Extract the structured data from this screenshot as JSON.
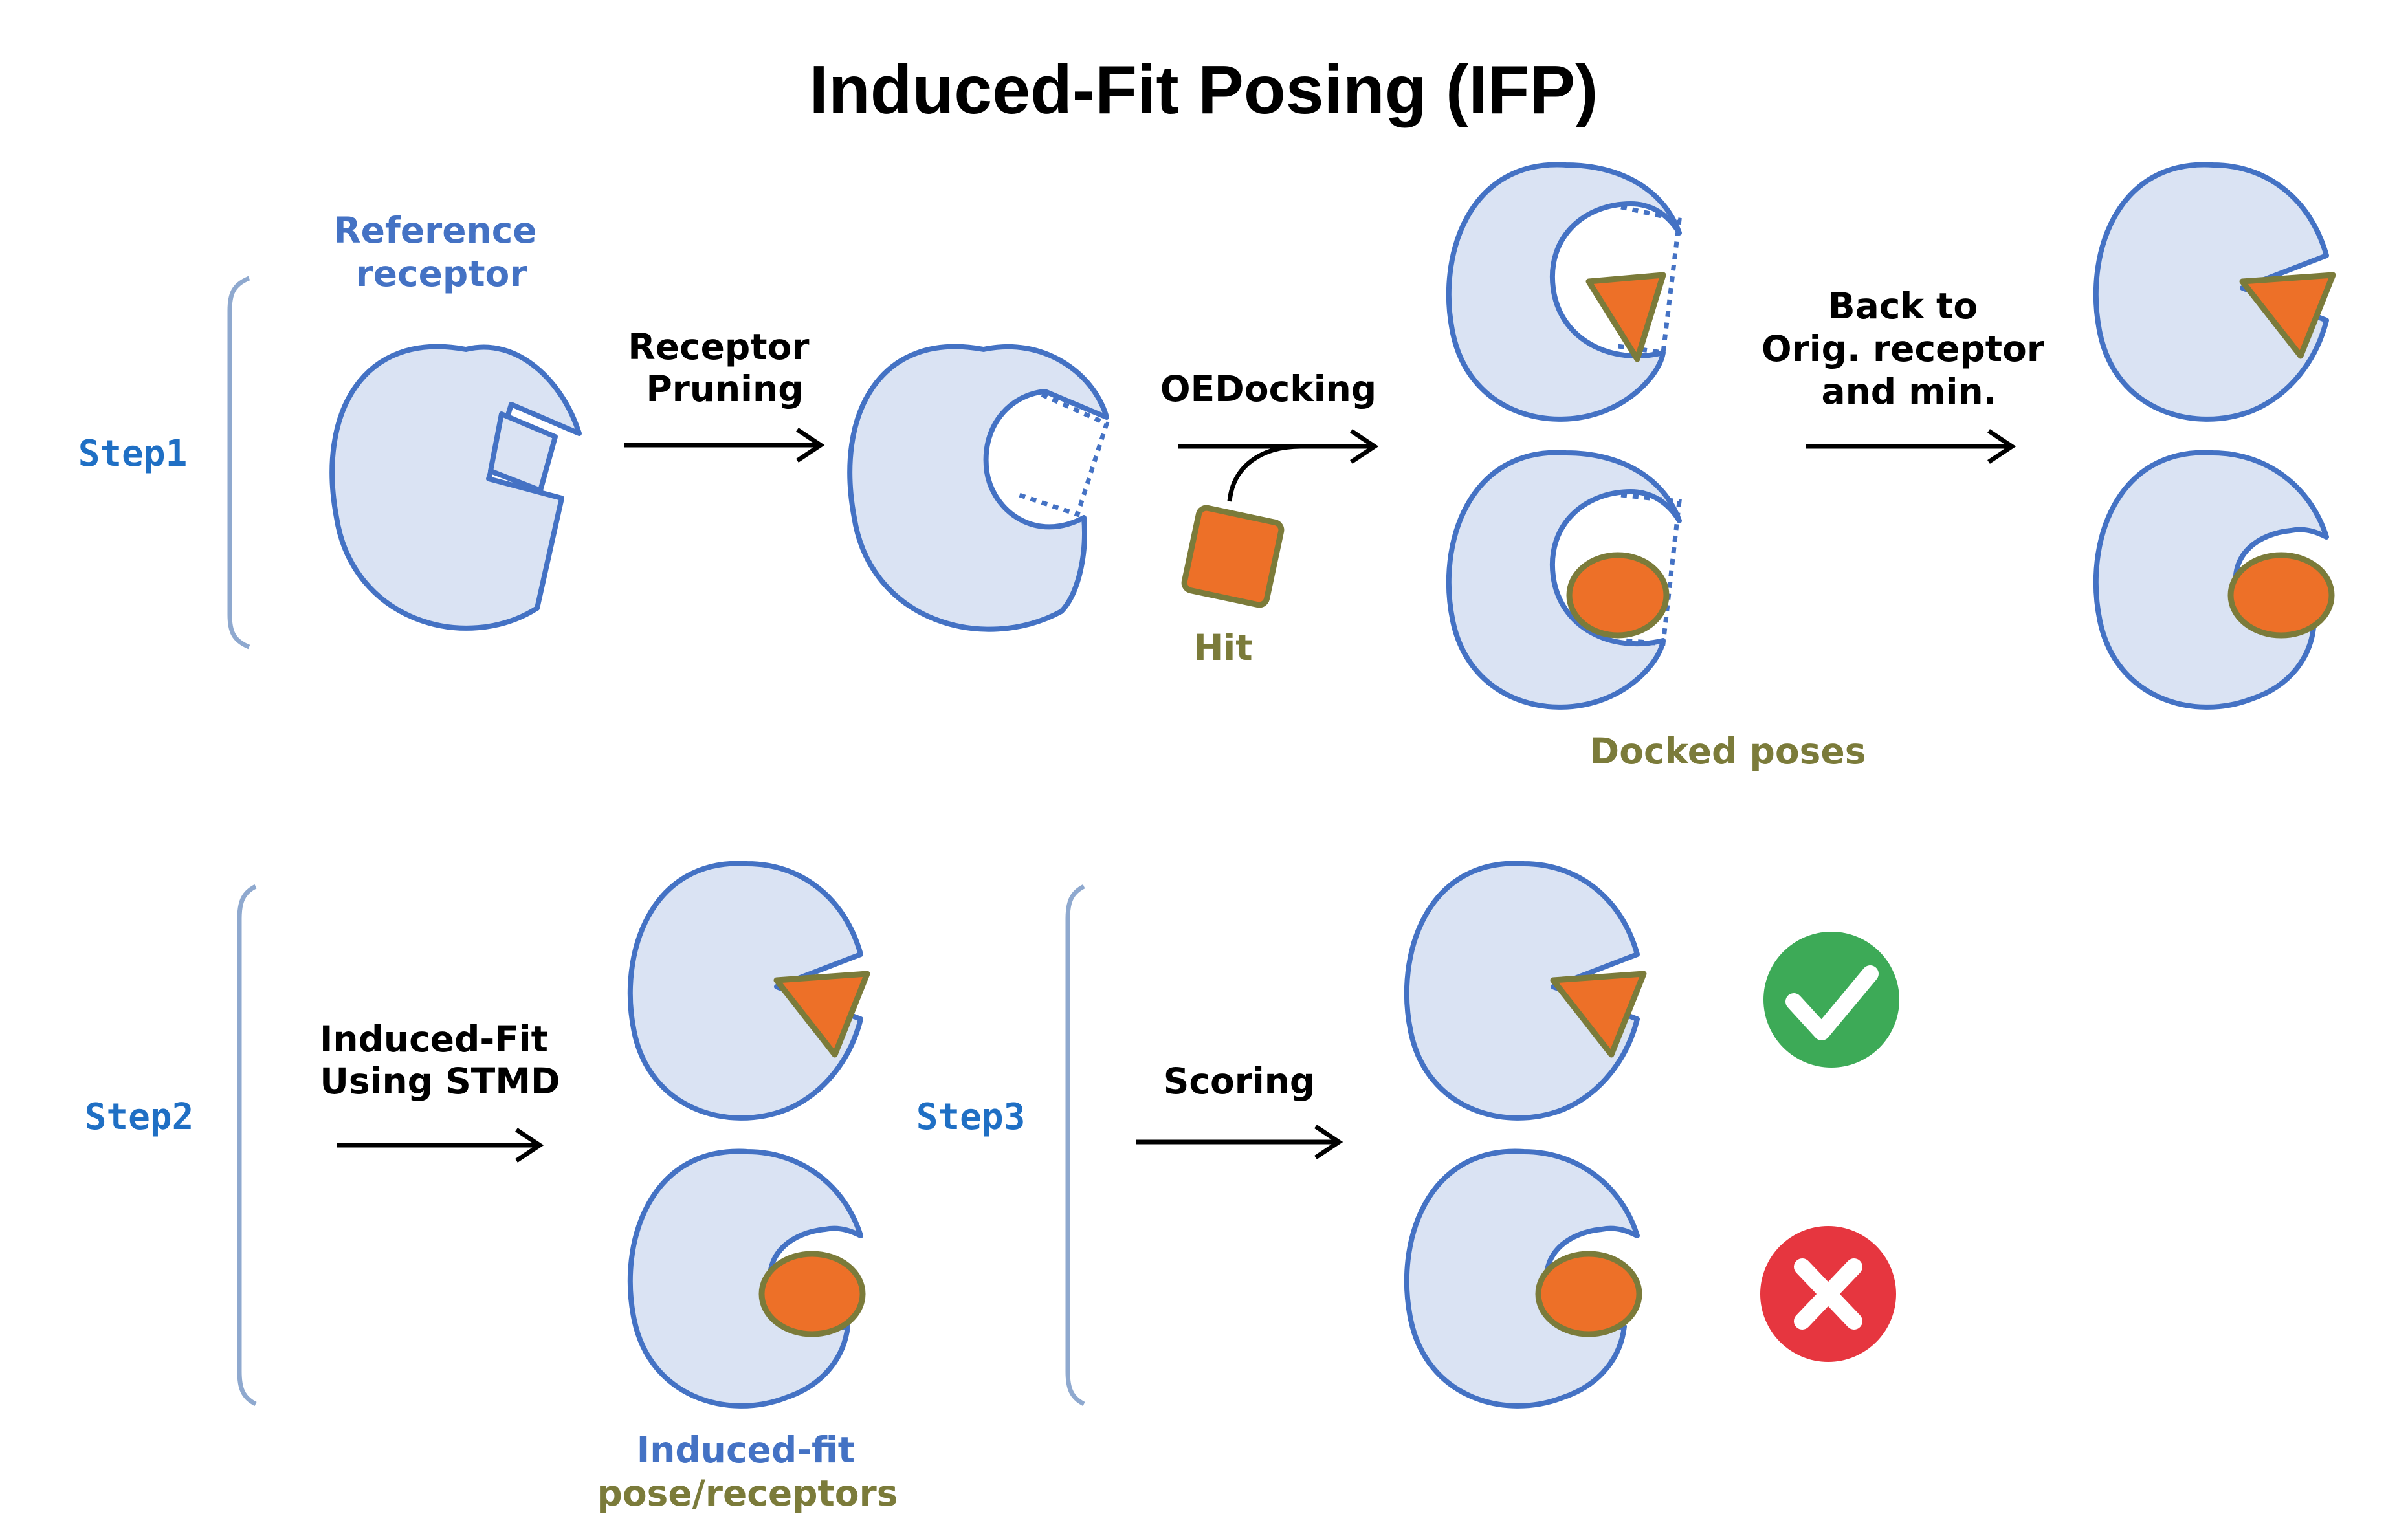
{
  "title": "Induced-Fit Posing (IFP)",
  "steps": {
    "step1": "Step1",
    "step2": "Step2",
    "step3": "Step3"
  },
  "labels": {
    "reference_receptor": [
      "Reference",
      "receptor"
    ],
    "receptor_pruning": [
      "Receptor",
      "Pruning"
    ],
    "oedocking": "OEDocking",
    "hit": "Hit",
    "back_to_orig": [
      "Back to",
      "Orig. receptor",
      "and min."
    ],
    "docked_poses": "Docked poses",
    "induced_fit_stmd": [
      "Induced-Fit",
      "Using STMD"
    ],
    "induced_fit_caption": [
      "Induced-fit",
      "pose/receptors"
    ],
    "scoring": "Scoring"
  },
  "icons": {
    "accept": "check-icon",
    "reject": "cross-icon"
  },
  "colors": {
    "receptor_fill": "#dae3f3",
    "receptor_stroke": "#4472c4",
    "ligand_fill": "#ed7028",
    "ligand_stroke": "#7b7b3a",
    "step_text": "#1f6fc4",
    "accept": "#3daa57",
    "reject": "#e6363f"
  }
}
